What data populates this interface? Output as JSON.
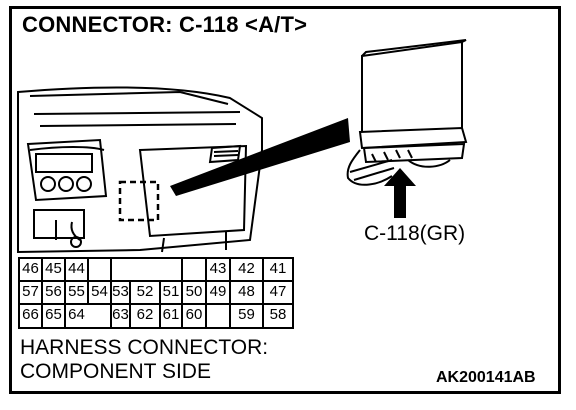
{
  "diagram": {
    "title": "CONNECTOR: C-118 <A/T>",
    "callout_label": "C-118(GR)",
    "footer_line1": "HARNESS CONNECTOR:",
    "footer_line2": "COMPONENT SIDE",
    "figure_code": "AK200141AB"
  },
  "connector": {
    "rows": [
      [
        "46",
        "45",
        "44",
        "43",
        "42",
        "41"
      ],
      [
        "57",
        "56",
        "55",
        "54",
        "53",
        "52",
        "51",
        "50",
        "49",
        "48",
        "47"
      ],
      [
        "66",
        "65",
        "64",
        "63",
        "62",
        "61",
        "60",
        "59",
        "58"
      ]
    ]
  }
}
